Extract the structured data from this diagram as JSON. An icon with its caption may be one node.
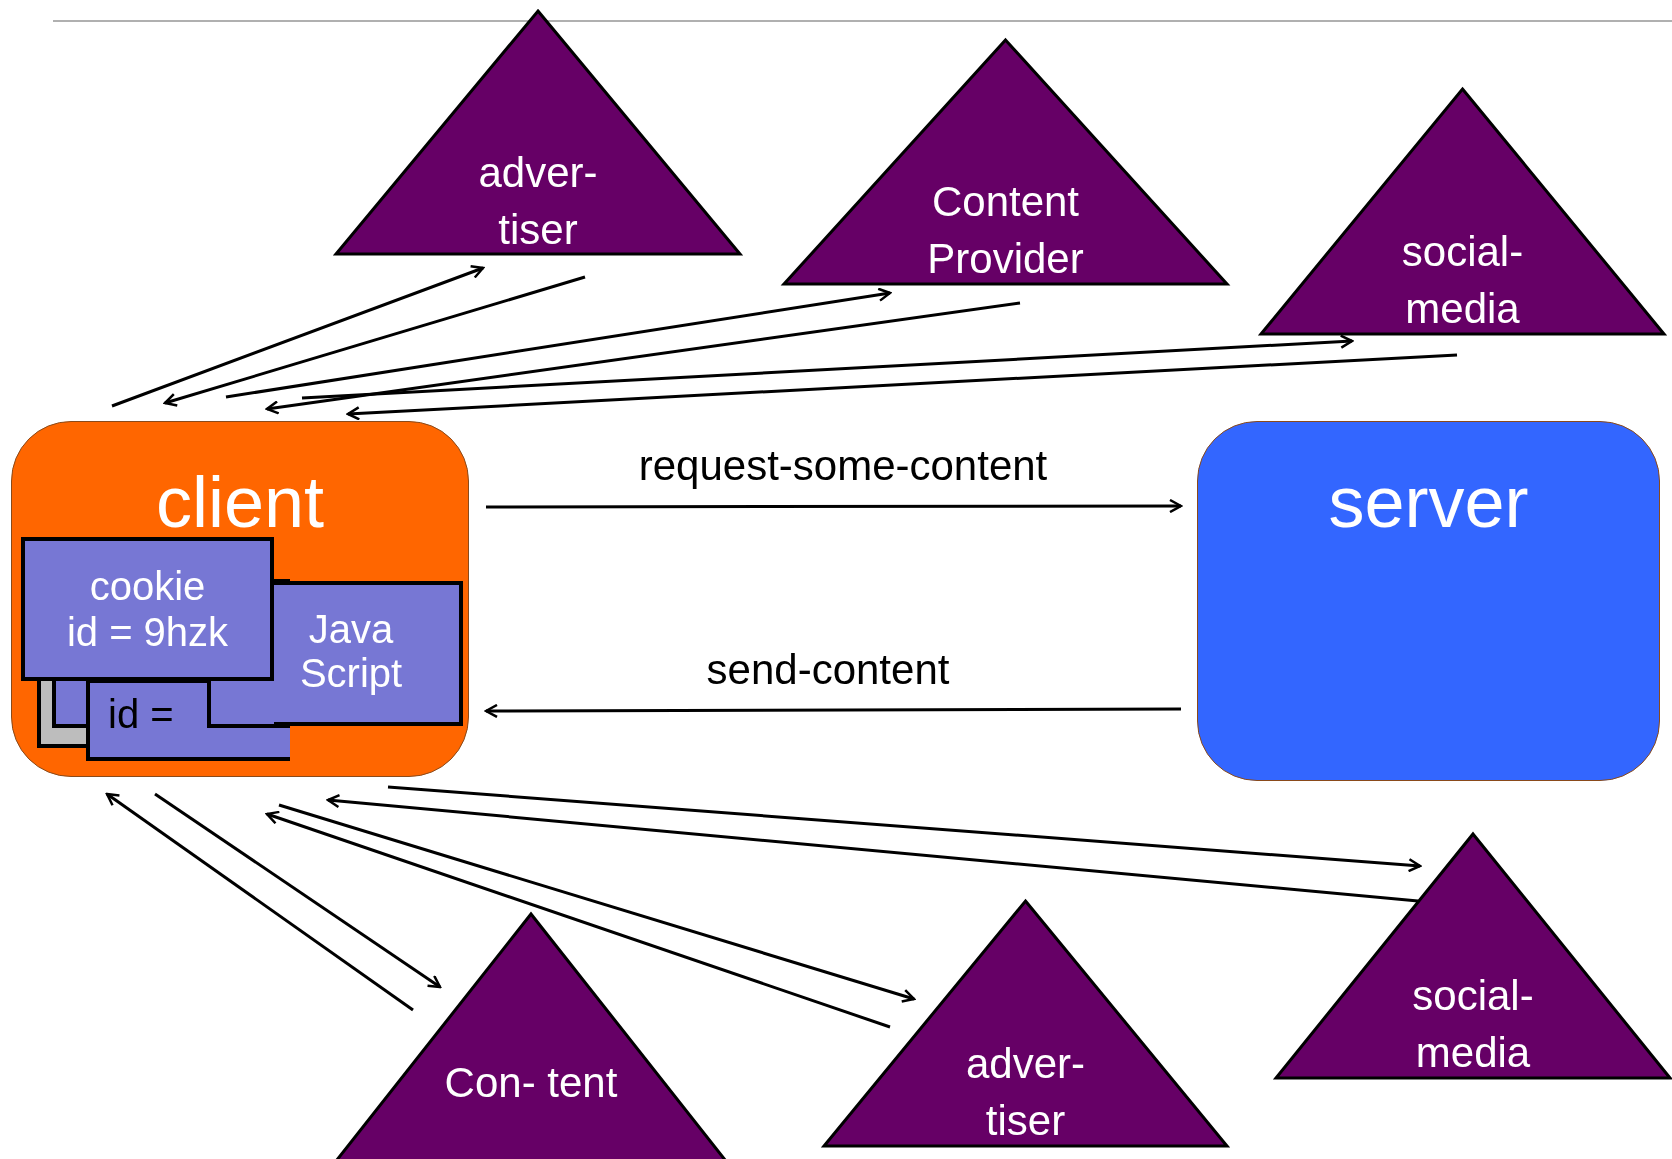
{
  "diagram": {
    "nodes": [
      {
        "text": [
          "client"
        ]
      },
      {
        "text": [
          "Java Script"
        ],
        "in": 0
      },
      {
        "text": [
          "cookie",
          "id = 9hzk"
        ],
        "in": 0
      },
      {
        "text": [
          "server"
        ]
      },
      {
        "text": [
          "adver- tiser"
        ]
      },
      {
        "text": [
          "Content Provider"
        ]
      },
      {
        "text": [
          "social- media"
        ]
      },
      {
        "text": [
          "Con- tent"
        ]
      },
      {
        "text": [
          "adver- tiser"
        ]
      },
      {
        "text": [
          "social- media"
        ]
      }
    ],
    "edges": [
      {
        "from": 0,
        "to": 4,
        "arrow": "to"
      },
      {
        "from": 4,
        "to": 0,
        "arrow": "to"
      },
      {
        "from": 0,
        "to": 5,
        "arrow": "to"
      },
      {
        "from": 5,
        "to": 0,
        "arrow": "to"
      },
      {
        "from": 0,
        "to": 6,
        "arrow": "to"
      },
      {
        "from": 6,
        "to": 0,
        "arrow": "to"
      },
      {
        "from": 0,
        "to": 3,
        "arrow": "to",
        "label": "request-some-content"
      },
      {
        "from": 3,
        "to": 0,
        "arrow": "to",
        "label": "send-content"
      },
      {
        "from": 7,
        "to": 0,
        "arrow": "to"
      },
      {
        "from": 0,
        "to": 7,
        "arrow": "to"
      },
      {
        "from": 8,
        "to": 0,
        "arrow": "to"
      },
      {
        "from": 0,
        "to": 8,
        "arrow": "to"
      },
      {
        "from": 9,
        "to": 0,
        "arrow": "to"
      },
      {
        "from": 0,
        "to": 9,
        "arrow": "to"
      }
    ],
    "labels": [
      "id ="
    ]
  }
}
